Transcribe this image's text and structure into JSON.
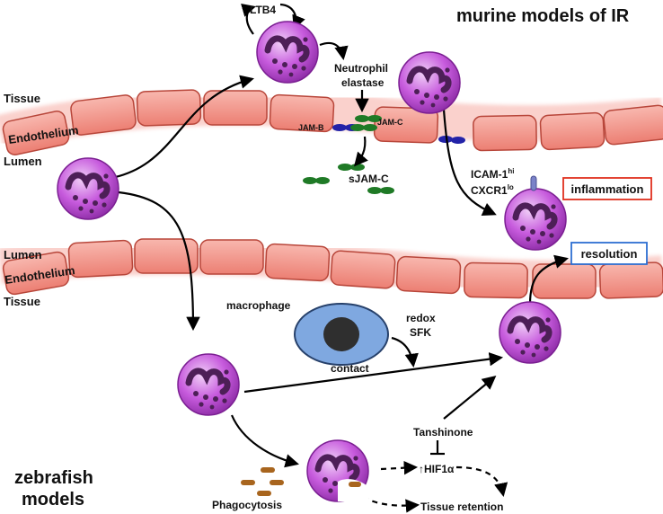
{
  "headings": {
    "murine": "murine models of IR",
    "zebrafish_line1": "zebrafish",
    "zebrafish_line2": "models"
  },
  "layers": {
    "tissue_top": "Tissue",
    "endothelium_top": "Endothelium",
    "lumen_top": "Lumen",
    "lumen_bottom": "Lumen",
    "endothelium_bottom": "Endothelium",
    "tissue_bottom": "Tissue"
  },
  "labels": {
    "ltb4": "LTB4",
    "neutrophil_line1": "Neutrophil",
    "neutrophil_line2": "elastase",
    "jam_b": "JAM-B",
    "jam_c": "JAM-C",
    "sjam_c": "sJAM-C",
    "icam_base": "ICAM-1",
    "icam_sup": "hi",
    "cxcr_base": "CXCR1",
    "cxcr_sup": "lo",
    "macrophage": "macrophage",
    "redox": "redox",
    "sfk": "SFK",
    "contact": "contact",
    "tanshinone": "Tanshinone",
    "hif": "HIF1α",
    "phagocytosis": "Phagocytosis",
    "tissue_retention": "Tissue retention"
  },
  "boxes": {
    "inflammation": {
      "text": "inflammation",
      "border": "#e0301e"
    },
    "resolution": {
      "text": "resolution",
      "border": "#2e6fd1"
    }
  },
  "colors": {
    "cell_fill": "#f2a29a",
    "cell_stroke": "#c7473c",
    "neutrophil": "#b63fd0",
    "neutrophil_light": "#e8b8f4",
    "nucleus": "#4d1f57",
    "jam_b": "#2323a8",
    "jam_c": "#1f7a26",
    "macrophage": "#7fa8e0",
    "macrophage_nucleus": "#2f2f2f",
    "granule": "#a8651e"
  }
}
